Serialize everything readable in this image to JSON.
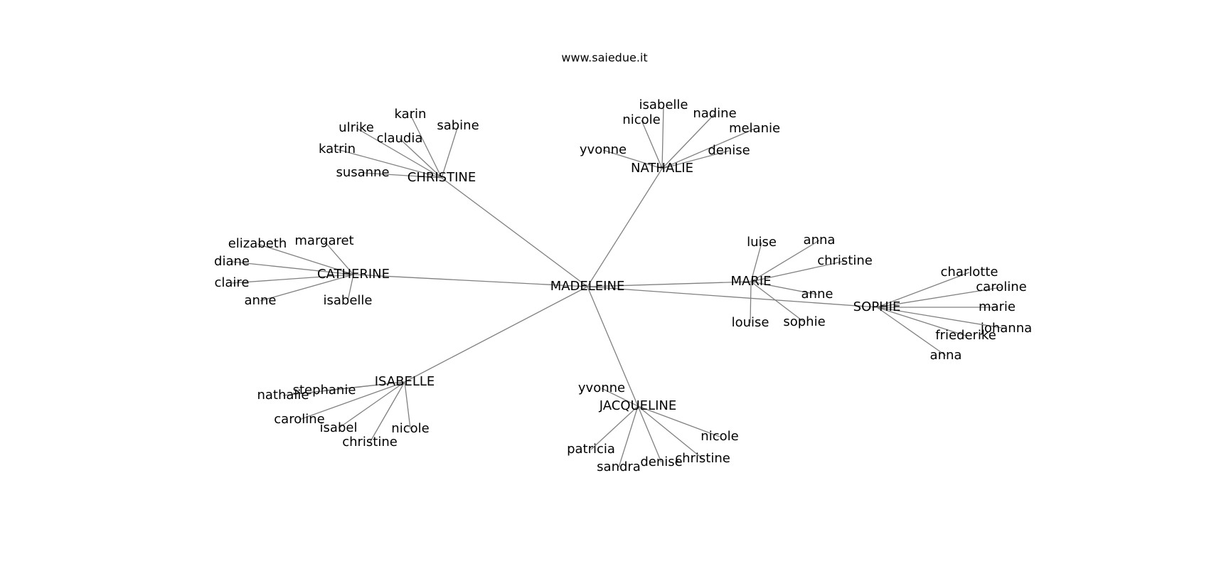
{
  "header": {
    "title": "www.saiedue.it"
  },
  "style": {
    "edge_color": "#808080",
    "text_color": "#000000",
    "background": "#ffffff"
  },
  "graph": {
    "root": "MADELEINE",
    "groups": [
      {
        "name": "CHRISTINE",
        "children": [
          "karin",
          "sabine",
          "ulrike",
          "claudia",
          "katrin",
          "susanne"
        ]
      },
      {
        "name": "NATHALIE",
        "children": [
          "isabelle",
          "nicole",
          "nadine",
          "melanie",
          "yvonne",
          "denise"
        ]
      },
      {
        "name": "CATHERINE",
        "children": [
          "elizabeth",
          "margaret",
          "diane",
          "claire",
          "anne",
          "isabelle"
        ]
      },
      {
        "name": "MARIE",
        "children": [
          "luise",
          "anna",
          "christine",
          "anne",
          "louise",
          "sophie"
        ]
      },
      {
        "name": "SOPHIE",
        "children": [
          "charlotte",
          "caroline",
          "marie",
          "johanna",
          "friederike",
          "anna"
        ]
      },
      {
        "name": "ISABELLE",
        "children": [
          "stephanie",
          "nathalie",
          "caroline",
          "isabel",
          "nicole",
          "christine"
        ]
      },
      {
        "name": "JACQUELINE",
        "children": [
          "yvonne",
          "nicole",
          "patricia",
          "christine",
          "sandra",
          "denise"
        ]
      }
    ]
  }
}
